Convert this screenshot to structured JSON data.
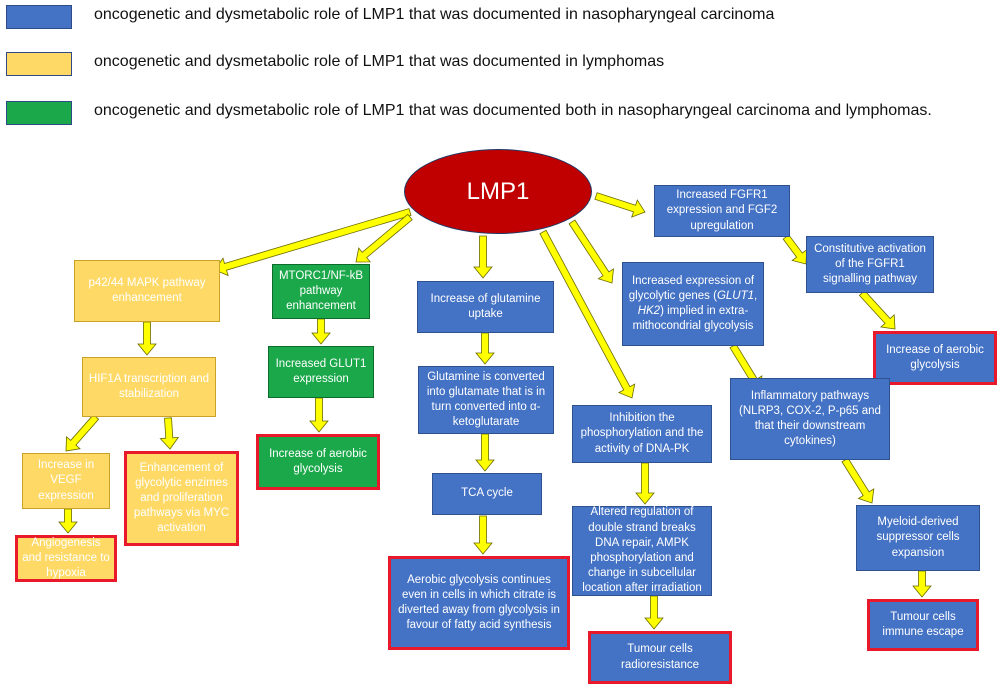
{
  "legend": [
    {
      "color": "#4472c4",
      "text": "oncogenetic and dysmetabolic role of LMP1 that was documented in nasopharyngeal carcinoma"
    },
    {
      "color": "#ffd966",
      "text": "oncogenetic and dysmetabolic role of LMP1 that was documented in lymphomas"
    },
    {
      "color": "#1aa84a",
      "text": "oncogenetic and dysmetabolic role of LMP1 that was documented both in nasopharyngeal carcinoma and lymphomas."
    }
  ],
  "center": {
    "label": "LMP1",
    "color": "#c00000"
  },
  "nodes": {
    "mapk": "p42/44 MAPK pathway enhancement",
    "hif1a": "HIF1A transcription and stabilization",
    "vegf": "Increase in VEGF expression",
    "angio": "Angiogenesis and resistance to hypoxia",
    "myc": "Enhancement of glycolytic enzimes and proliferation pathways via MYC activation",
    "mtorc": "MTORC1/NF-kB pathway enhancement",
    "glut1": "Increased GLUT1 expression",
    "aerobic_green": "Increase of aerobic glycolysis",
    "glutamine": "Increase of  glutamine uptake",
    "glutamate": "Glutamine is converted into glutamate that is in turn converted into α-ketoglutarate",
    "tca": "TCA cycle",
    "aerobic_citrate": "Aerobic glycolysis continues even in cells in which citrate is diverted away from glycolysis in favour of fatty acid synthesis",
    "dnapk": "Inhibition the phosphorylation and the activity  of DNA-PK",
    "dsb": "Altered regulation of double strand breaks DNA repair, AMPK phosphorylation and change in subcellular location after irradiation",
    "radio": "Tumour cells radioresistance",
    "glycolytic_genes_pre": "Increased expression of glycolytic genes (",
    "glycolytic_genes_glut1": "GLUT1",
    "glycolytic_genes_sep": ", ",
    "glycolytic_genes_hk2": "HK2",
    "glycolytic_genes_post": ") implied in extra-mithocondrial glycolysis",
    "fgfr1": "Increased FGFR1 expression and FGF2 upregulation",
    "fgfr1_act": "Constitutive activation of the FGFR1 signalling pathway",
    "aerobic_right": "Increase of aerobic glycolysis",
    "inflam": "Inflammatory pathways (NLRP3, COX-2, P-p65 and that their downstream cytokines)",
    "mdsc": "Myeloid-derived suppressor cells expansion",
    "escape": "Tumour cells immune escape"
  },
  "colors": {
    "blue": "#4472c4",
    "yellow": "#ffd966",
    "green": "#1aa84a",
    "red_border": "#e8192b",
    "arrow_fill": "#ffff00"
  }
}
